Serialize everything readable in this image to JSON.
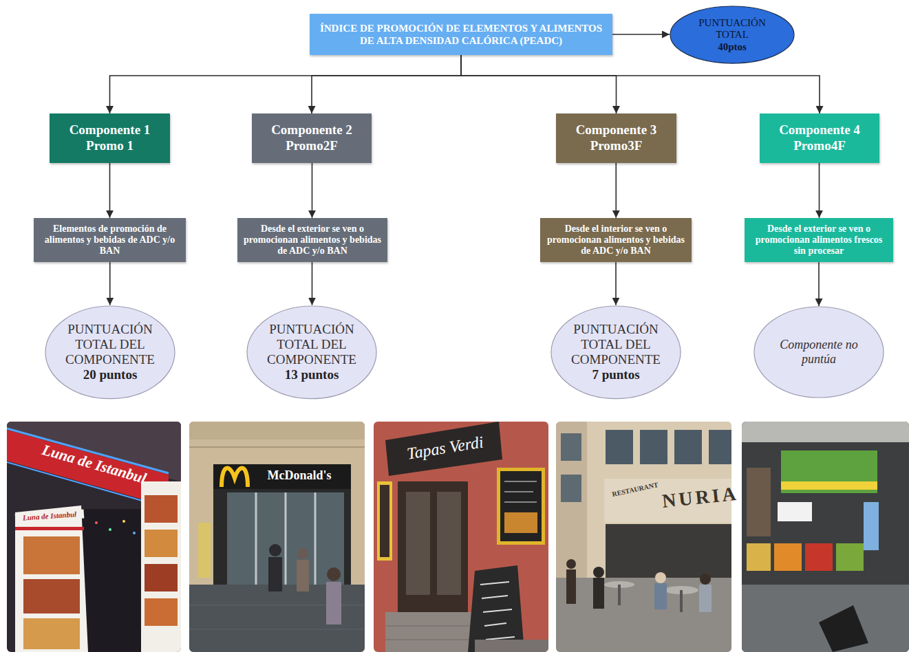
{
  "diagram": {
    "nodes": [
      {
        "text": [
          "ÍNDICE DE PROMOCIÓN DE ELEMENTOS Y ALIMENTOS DE ALTA DENSIDAD CALÓRICA (PEADC)"
        ]
      },
      {
        "text": [
          "PUNTUACIÓN TOTAL",
          "40ptos"
        ]
      },
      {
        "text": [
          "Componente 1 Promo 1"
        ]
      },
      {
        "text": [
          "Componente 2 Promo2F"
        ]
      },
      {
        "text": [
          "Componente 3 Promo3F"
        ]
      },
      {
        "text": [
          "Componente 4 Promo4F"
        ]
      },
      {
        "text": [
          "Elementos de promoción de alimentos y bebidas de ADC y/o BAN"
        ]
      },
      {
        "text": [
          "Desde el exterior se ven o promocionan alimentos y bebidas de ADC y/o BAN"
        ]
      },
      {
        "text": [
          "Desde el interior se ven o promocionan alimentos y bebidas de ADC y/o BAN"
        ]
      },
      {
        "text": [
          "Desde el exterior se ven o promocionan alimentos frescos sin procesar"
        ]
      },
      {
        "text": [
          "PUNTUACIÓN TOTAL DEL COMPONENTE",
          "20 puntos"
        ]
      },
      {
        "text": [
          "PUNTUACIÓN TOTAL DEL COMPONENTE",
          "13 puntos"
        ]
      },
      {
        "text": [
          "PUNTUACIÓN TOTAL DEL COMPONENTE",
          "7 puntos"
        ]
      },
      {
        "text": [
          "Componente no puntúa"
        ]
      }
    ],
    "edges": [
      {
        "from": 0,
        "to": 1,
        "arrow": "to"
      },
      {
        "from": 0,
        "to": 2,
        "arrow": "to"
      },
      {
        "from": 0,
        "to": 3,
        "arrow": "to"
      },
      {
        "from": 0,
        "to": 4,
        "arrow": "to"
      },
      {
        "from": 0,
        "to": 5,
        "arrow": "to"
      },
      {
        "from": 2,
        "to": 6,
        "arrow": "to"
      },
      {
        "from": 3,
        "to": 7,
        "arrow": "to"
      },
      {
        "from": 4,
        "to": 8,
        "arrow": "to"
      },
      {
        "from": 5,
        "to": 9,
        "arrow": "to"
      },
      {
        "from": 6,
        "to": 10,
        "arrow": "to"
      },
      {
        "from": 7,
        "to": 11,
        "arrow": "to"
      },
      {
        "from": 8,
        "to": 12,
        "arrow": "to"
      },
      {
        "from": 9,
        "to": 13,
        "arrow": "to"
      }
    ],
    "labels": [
      "Luna de Istanbul",
      "Luna de Istanbul",
      "McDonald's",
      "Tapas Verdi",
      "RESTAURANT",
      "NURIA"
    ]
  }
}
